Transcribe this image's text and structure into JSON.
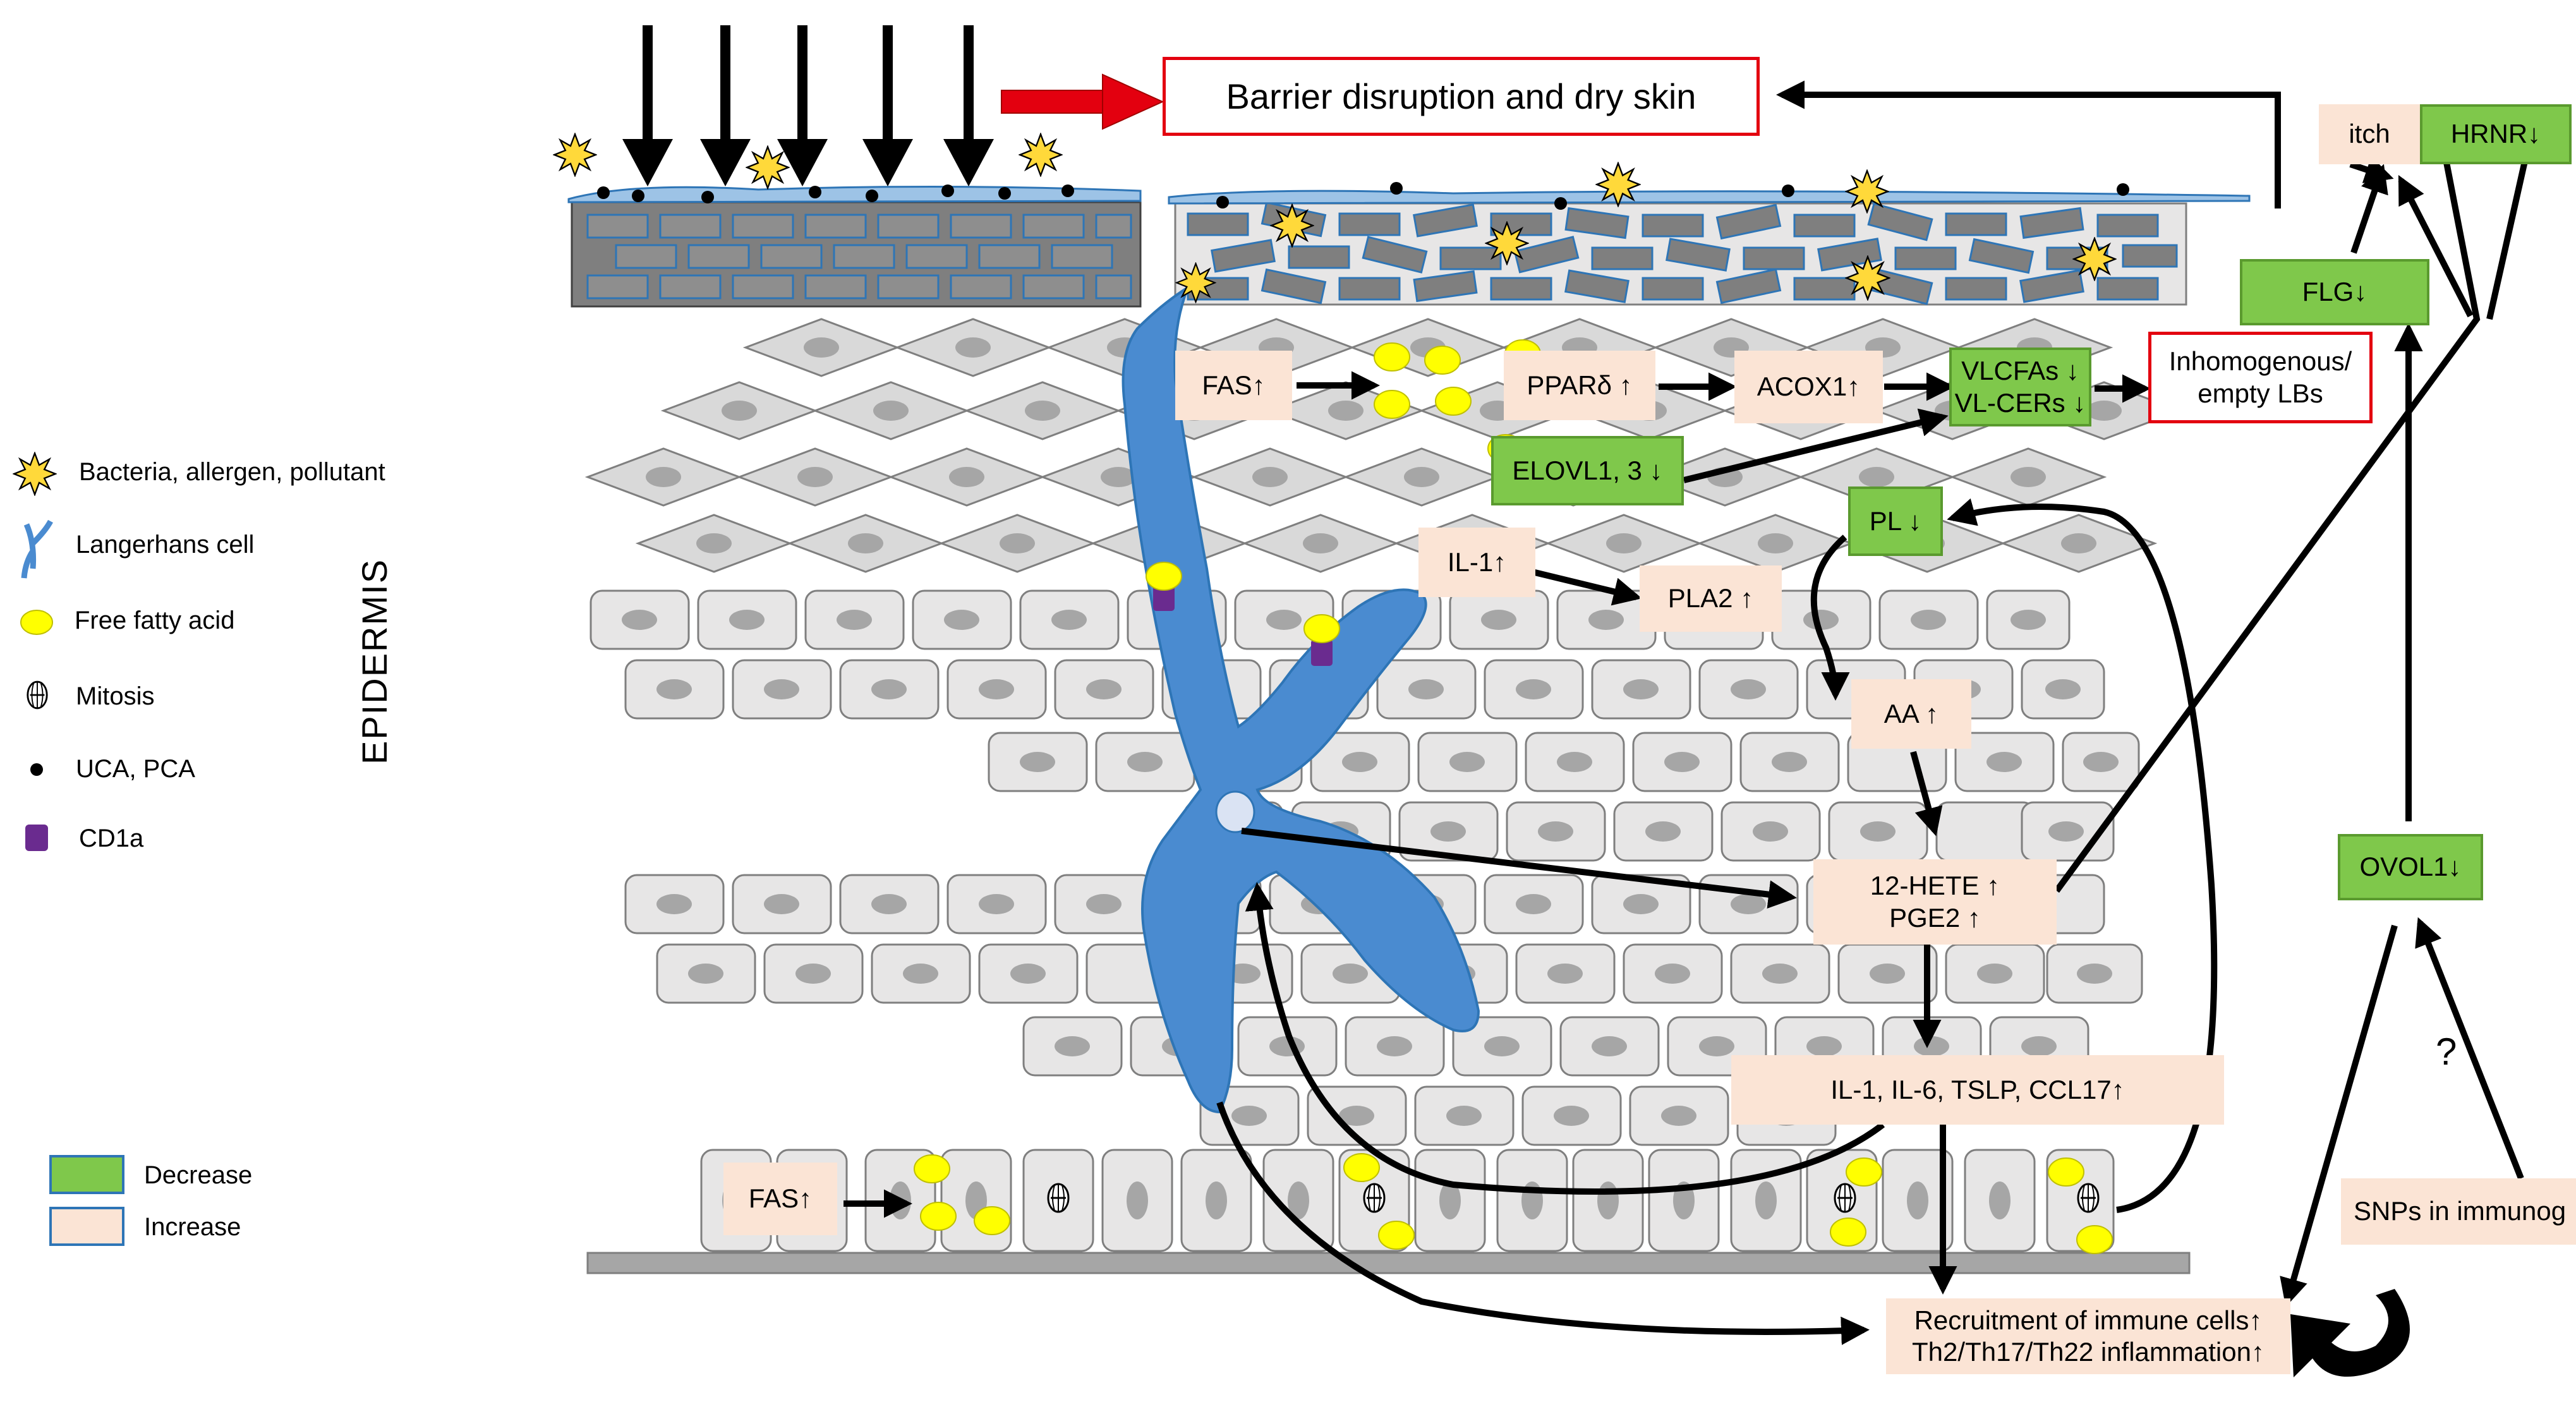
{
  "title": "Barrier disruption and dry skin",
  "boxes": {
    "itch": "itch",
    "hrnr": "HRNR↓",
    "flg": "FLG↓",
    "ovol1": "OVOL1↓",
    "snps": "SNPs in immunog",
    "fas_top": "FAS↑",
    "ppar": "PPARδ ↑",
    "acox1": "ACOX1↑",
    "vlcfas_1": "VLCFAs ↓",
    "vlcfas_2": "VL-CERs ↓",
    "lbs_1": "Inhomogenous/",
    "lbs_2": "empty LBs",
    "elovl": "ELOVL1, 3 ↓",
    "pl": "PL ↓",
    "il1": "IL-1↑",
    "pla2": "PLA2 ↑",
    "aa": "AA ↑",
    "hete_1": "12-HETE ↑",
    "hete_2": "PGE2 ↑",
    "cytokines": "IL-1, IL-6, TSLP, CCL17↑",
    "fas_bottom": "FAS↑",
    "recruit_1": "Recruitment of immune cells↑",
    "recruit_2": "Th2/Th17/Th22 inflammation↑"
  },
  "question_mark": "?",
  "epidermis_label": "EPIDERMIS",
  "legend": {
    "bacteria": "Bacteria, allergen, pollutant",
    "langerhans": "Langerhans cell",
    "ffa": "Free fatty acid",
    "mitosis": "Mitosis",
    "uca": "UCA, PCA",
    "cd1a": "CD1a",
    "decrease": "Decrease",
    "increase": "Increase"
  },
  "colors": {
    "increase_fill": "#fbe4d5",
    "decrease_fill": "#7fc84b",
    "alert_border": "#e3000f",
    "langerhans_cell": "#4a8bd0",
    "free_fatty_acid": "#ffff00",
    "cd1a": "#6a2b8f",
    "cell_fill": "#d9d9d9",
    "stratum_corneum": "#7f7f7f",
    "lipid_layer": "#9dc3e6"
  }
}
